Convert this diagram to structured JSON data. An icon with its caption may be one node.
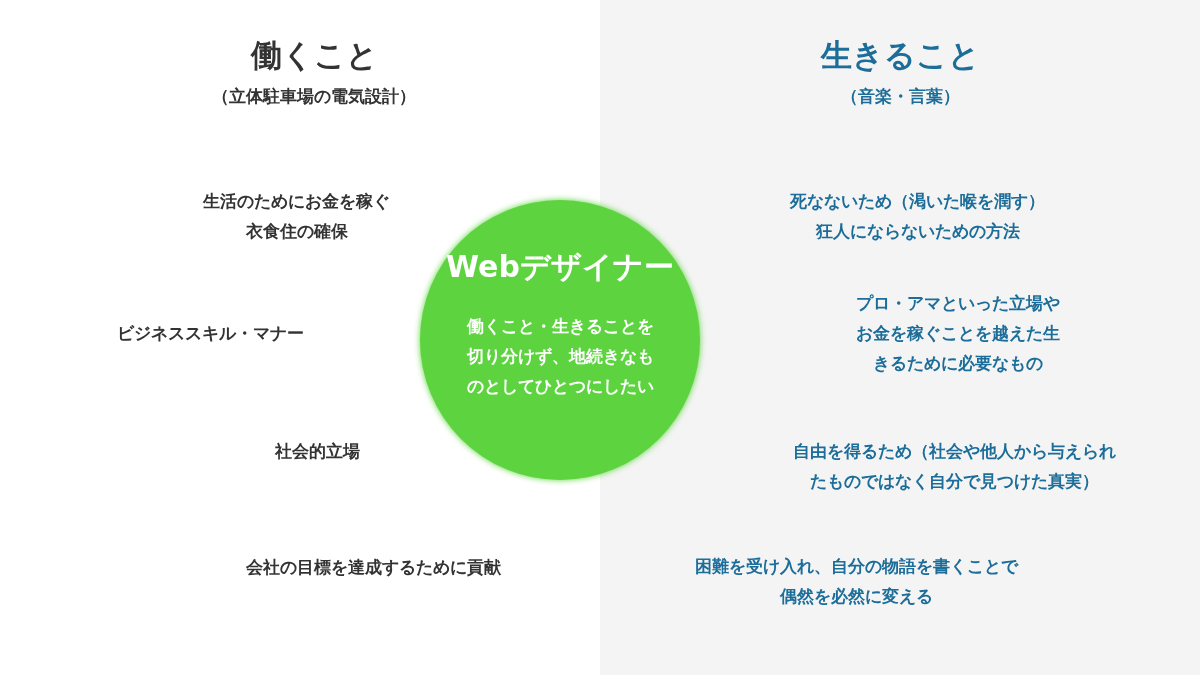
{
  "diagram": {
    "nodes": [
      {
        "text": [
          "働くこと",
          "（立体駐車場の電気設計）"
        ]
      },
      {
        "text": [
          "生きること",
          "（音楽・言葉）"
        ]
      },
      {
        "text": [
          "Webデザイナー",
          "働くこと・生きることを切り分けず、地続きなものとしてひとつにしたい"
        ]
      }
    ],
    "labels": [
      "生活のためにお金を稼ぐ衣食住の確保",
      "ビジネススキル・マナー",
      "社会的立場",
      "会社の目標を達成するために貢献",
      "死なないため（渇いた喉を潤す）狂人にならないための方法",
      "プロ・アマといった立場やお金を稼ぐことを越えた生きるために必要なもの",
      "自由を得るため（社会や他人から与えられたものではなく自分で見つけた真実）",
      "困難を受け入れ、自分の物語を書くことで偶然を必然に変える"
    ]
  }
}
